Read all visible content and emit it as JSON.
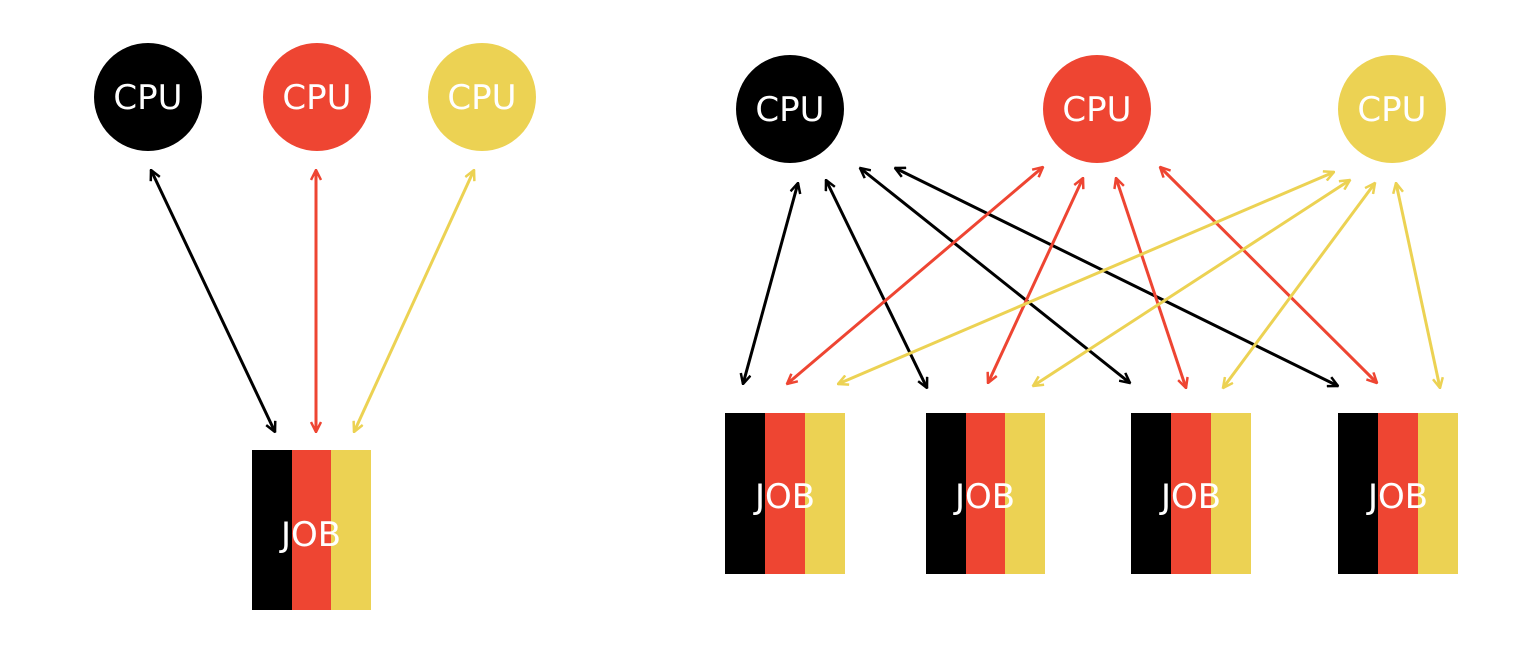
{
  "colors": {
    "black": "#000000",
    "red": "#ee4532",
    "yellow": "#ecd253",
    "label": "#ffffff"
  },
  "left": {
    "cpus": [
      {
        "label": "CPU",
        "color": "black"
      },
      {
        "label": "CPU",
        "color": "red"
      },
      {
        "label": "CPU",
        "color": "yellow"
      }
    ],
    "jobs": [
      {
        "label": "JOB"
      }
    ]
  },
  "right": {
    "cpus": [
      {
        "label": "CPU",
        "color": "black"
      },
      {
        "label": "CPU",
        "color": "red"
      },
      {
        "label": "CPU",
        "color": "yellow"
      }
    ],
    "jobs": [
      {
        "label": "JOB"
      },
      {
        "label": "JOB"
      },
      {
        "label": "JOB"
      },
      {
        "label": "JOB"
      }
    ]
  }
}
